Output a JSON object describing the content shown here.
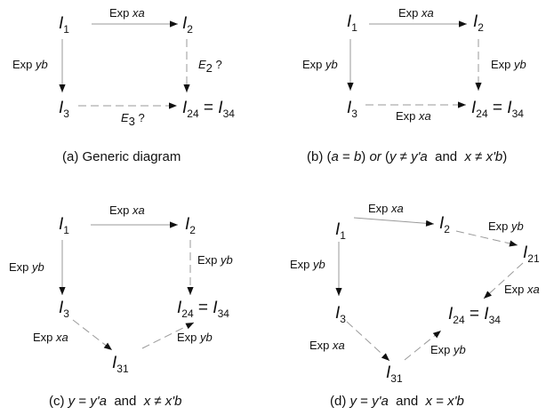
{
  "panels": [
    {
      "caption": [
        "(a) Generic diagram"
      ],
      "nodes": [
        [
          "I",
          "1"
        ],
        [
          "I",
          "2"
        ],
        [
          "I",
          "3"
        ],
        [
          "I",
          "24",
          " = ",
          "I",
          "34"
        ]
      ],
      "edges": [
        [
          "Exp ",
          "xa"
        ],
        [
          "Exp ",
          "yb"
        ],
        [
          "E",
          "2",
          " ?"
        ],
        [
          "E",
          "3",
          " ?"
        ]
      ]
    },
    {
      "caption": [
        "(b) (",
        "a",
        " = ",
        "b",
        ") ",
        "or",
        " (",
        "y",
        " ≠ ",
        "y'a",
        "  and  ",
        "x",
        " ≠ ",
        "x'b",
        ")"
      ],
      "nodes": [
        [
          "I",
          "1"
        ],
        [
          "I",
          "2"
        ],
        [
          "I",
          "3"
        ],
        [
          "I",
          "24",
          " = ",
          "I",
          "34"
        ]
      ],
      "edges": [
        [
          "Exp ",
          "xa"
        ],
        [
          "Exp ",
          "yb"
        ],
        [
          "Exp ",
          "yb"
        ],
        [
          "Exp ",
          "xa"
        ]
      ]
    },
    {
      "caption": [
        "(c) ",
        "y",
        " = ",
        "y'a",
        "  and  ",
        "x",
        " ≠ ",
        "x'b"
      ],
      "nodes": [
        [
          "I",
          "1"
        ],
        [
          "I",
          "2"
        ],
        [
          "I",
          "3"
        ],
        [
          "I",
          "24",
          " = ",
          "I",
          "34"
        ],
        [
          "I",
          "31"
        ]
      ],
      "edges": [
        [
          "Exp ",
          "xa"
        ],
        [
          "Exp ",
          "yb"
        ],
        [
          "Exp ",
          "yb"
        ],
        [
          "Exp ",
          "xa"
        ],
        [
          "Exp ",
          "yb"
        ]
      ]
    },
    {
      "caption": [
        "(d) ",
        "y",
        " = ",
        "y'a",
        "  and  ",
        "x",
        " = ",
        "x'b"
      ],
      "nodes": [
        [
          "I",
          "1"
        ],
        [
          "I",
          "2"
        ],
        [
          "I",
          "21"
        ],
        [
          "I",
          "3"
        ],
        [
          "I",
          "24",
          " = ",
          "I",
          "34"
        ],
        [
          "I",
          "31"
        ]
      ],
      "edges": [
        [
          "Exp ",
          "xa"
        ],
        [
          "Exp ",
          "yb"
        ],
        [
          "Exp ",
          "xa"
        ],
        [
          "Exp ",
          "yb"
        ],
        [
          "Exp ",
          "xa"
        ],
        [
          "Exp ",
          "yb"
        ]
      ]
    }
  ]
}
